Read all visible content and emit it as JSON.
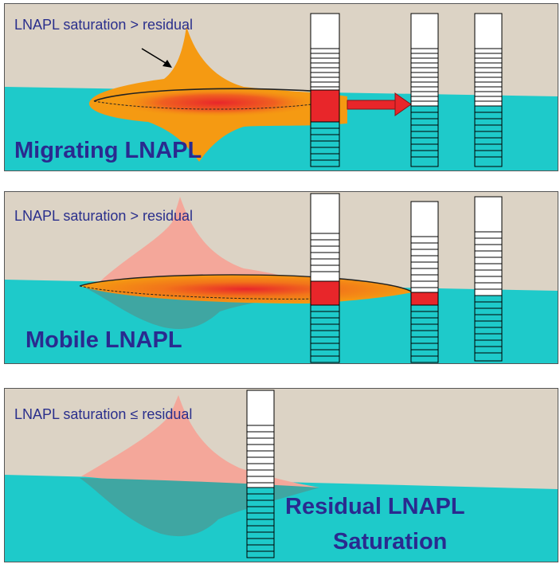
{
  "panels": [
    {
      "caption_prefix": "LNAPL saturation",
      "caption_symbol": ">",
      "caption_suffix": "residual",
      "title": "Migrating LNAPL"
    },
    {
      "caption_prefix": "LNAPL saturation",
      "caption_symbol": ">",
      "caption_suffix": "residual",
      "title": "Mobile LNAPL"
    },
    {
      "caption_prefix": "LNAPL saturation",
      "caption_symbol": "≤",
      "caption_suffix": "residual",
      "title_line1": "Residual LNAPL",
      "title_line2": "Saturation"
    }
  ],
  "colors": {
    "soil": "#dcd3c5",
    "water": "#1ecaca",
    "lnapl_orange": "#f59a12",
    "lnapl_red": "#e8262a",
    "residual_pink": "#f4a79a",
    "submerged_teal": "#3fa6a2",
    "text_blue": "#2a2f8c"
  }
}
